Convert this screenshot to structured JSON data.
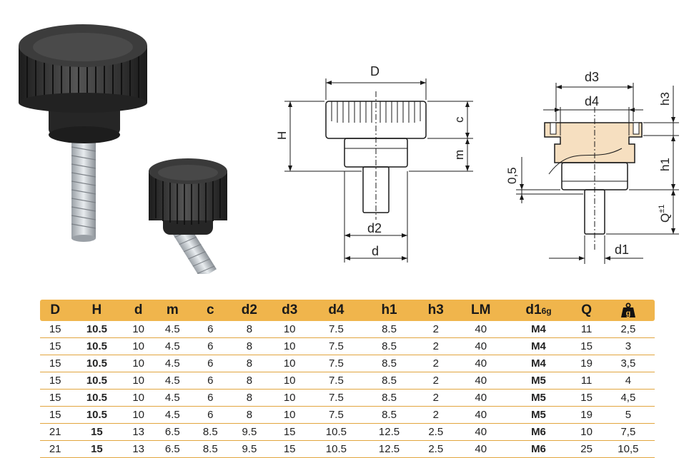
{
  "drawing_labels": {
    "D": "D",
    "H": "H",
    "c": "c",
    "m": "m",
    "d2": "d2",
    "d": "d",
    "d3": "d3",
    "d4": "d4",
    "h3": "h3",
    "h1": "h1",
    "zero5": "0,5",
    "Q": "Q",
    "Q_sup": "±1",
    "d1": "d1"
  },
  "table": {
    "headers": [
      "D",
      "H",
      "d",
      "m",
      "c",
      "d2",
      "d3",
      "d4",
      "h1",
      "h3",
      "LM",
      "d1",
      "Q"
    ],
    "d1_subscript": "6g",
    "weight_header_icon": "weight-g-icon",
    "weight_icon_letter": "g",
    "bold_columns": [
      1,
      11
    ],
    "rows": [
      [
        "15",
        "10.5",
        "10",
        "4.5",
        "6",
        "8",
        "10",
        "7.5",
        "8.5",
        "2",
        "40",
        "M4",
        "11",
        "2,5"
      ],
      [
        "15",
        "10.5",
        "10",
        "4.5",
        "6",
        "8",
        "10",
        "7.5",
        "8.5",
        "2",
        "40",
        "M4",
        "15",
        "3"
      ],
      [
        "15",
        "10.5",
        "10",
        "4.5",
        "6",
        "8",
        "10",
        "7.5",
        "8.5",
        "2",
        "40",
        "M4",
        "19",
        "3,5"
      ],
      [
        "15",
        "10.5",
        "10",
        "4.5",
        "6",
        "8",
        "10",
        "7.5",
        "8.5",
        "2",
        "40",
        "M5",
        "11",
        "4"
      ],
      [
        "15",
        "10.5",
        "10",
        "4.5",
        "6",
        "8",
        "10",
        "7.5",
        "8.5",
        "2",
        "40",
        "M5",
        "15",
        "4,5"
      ],
      [
        "15",
        "10.5",
        "10",
        "4.5",
        "6",
        "8",
        "10",
        "7.5",
        "8.5",
        "2",
        "40",
        "M5",
        "19",
        "5"
      ],
      [
        "21",
        "15",
        "13",
        "6.5",
        "8.5",
        "9.5",
        "15",
        "10.5",
        "12.5",
        "2.5",
        "40",
        "M6",
        "10",
        "7,5"
      ],
      [
        "21",
        "15",
        "13",
        "6.5",
        "8.5",
        "9.5",
        "15",
        "10.5",
        "12.5",
        "2.5",
        "40",
        "M6",
        "25",
        "10,5"
      ]
    ]
  },
  "colors": {
    "header_bg": "#f0b54c",
    "row_border": "#e2a53e",
    "insert_fill": "#f6dfc0",
    "knob_black": "#2a2a2a"
  }
}
